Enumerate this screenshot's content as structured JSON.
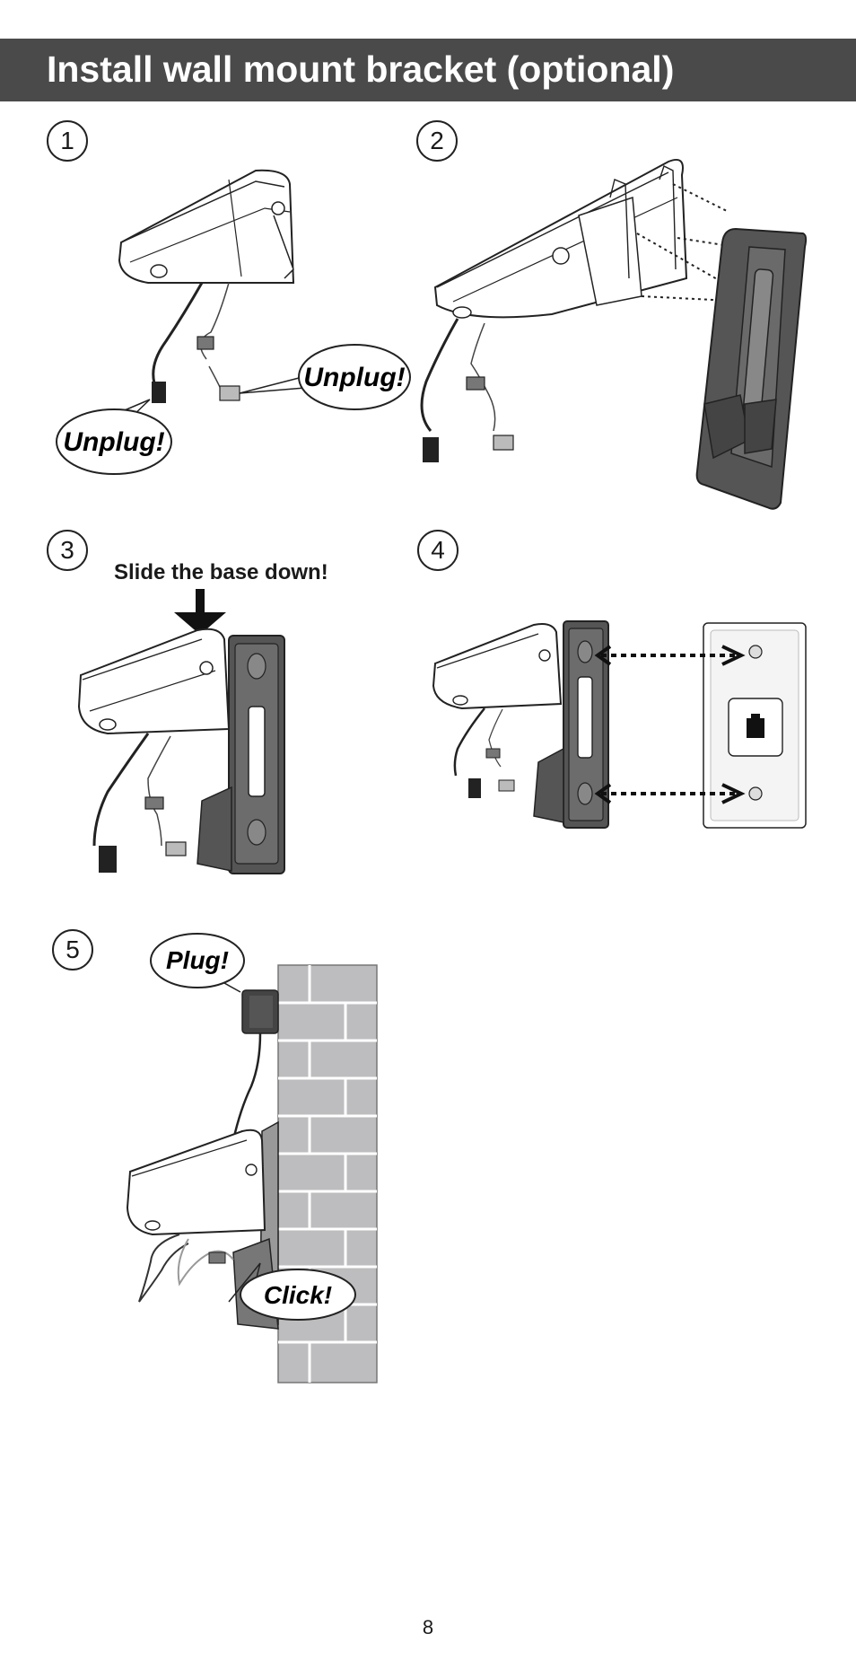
{
  "header": {
    "title": "Install wall mount bracket (optional)"
  },
  "steps": [
    {
      "number": "1",
      "bubbles": [
        "Unplug!",
        "Unplug!"
      ]
    },
    {
      "number": "2"
    },
    {
      "number": "3",
      "caption": "Slide the base down!"
    },
    {
      "number": "4"
    },
    {
      "number": "5",
      "bubbles": [
        "Plug!",
        "Click!"
      ]
    }
  ],
  "footer": {
    "page_number": "8"
  },
  "icons": {
    "base": "phone-base-icon",
    "bracket": "wall-mount-bracket-icon",
    "wallplate": "wall-plate-icon",
    "adapter": "power-adapter-icon",
    "wall": "brick-wall-icon"
  },
  "colors": {
    "banner": "#4a4a4a",
    "bracket": "#555555",
    "brick": "#bdbdbf"
  }
}
